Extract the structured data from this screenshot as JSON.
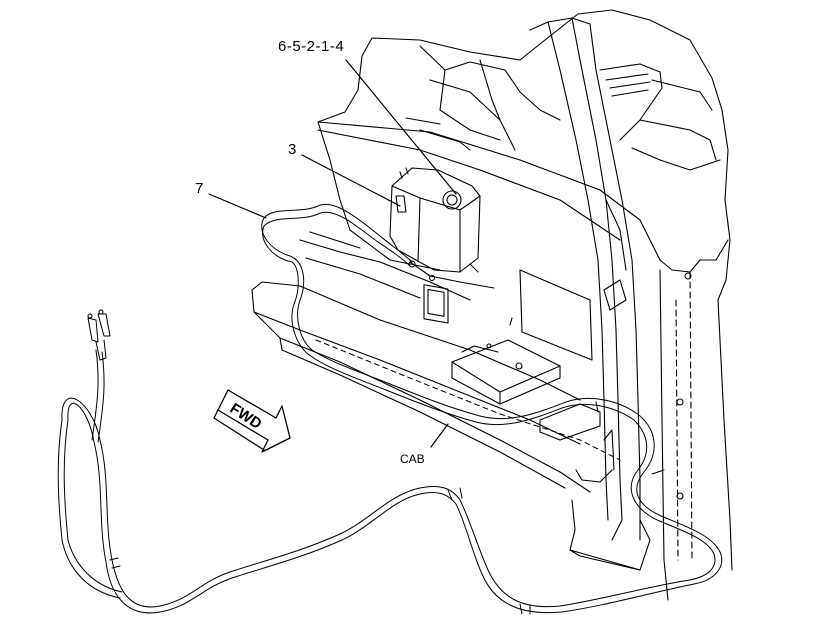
{
  "labels": {
    "part_number": "6-5-2-1-4",
    "item_3": "3",
    "item_7": "7",
    "cab": "CAB",
    "fwd": "FWD"
  },
  "colors": {
    "line": "#000000",
    "background": "#ffffff"
  }
}
